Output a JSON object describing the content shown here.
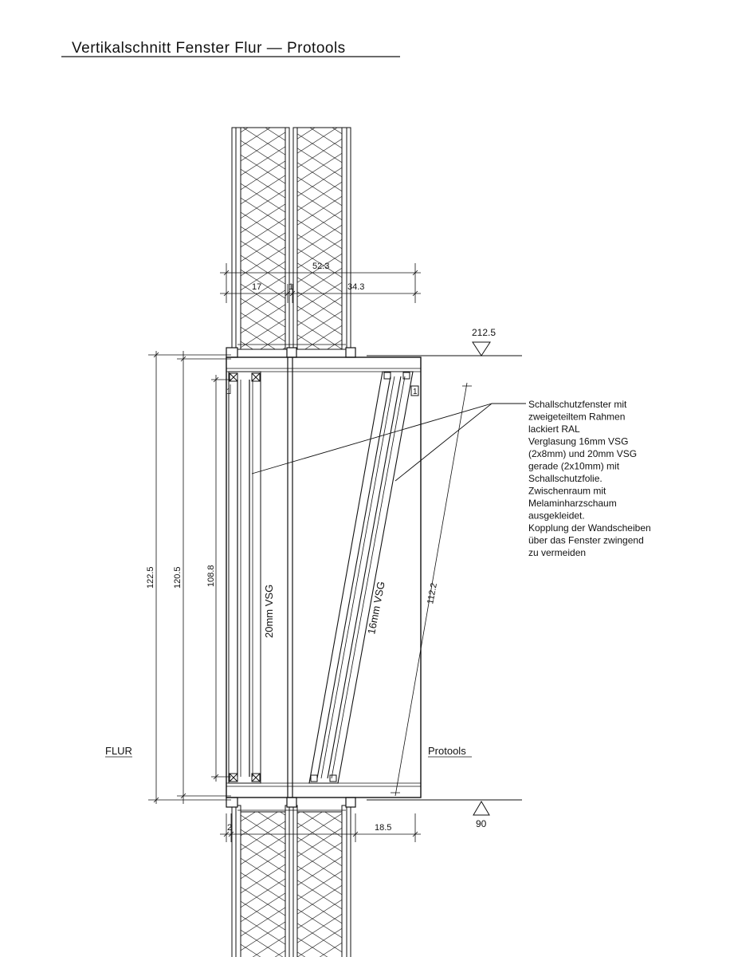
{
  "title": "Vertikalschnitt Fenster Flur — Protools",
  "labels": {
    "left_room": "FLUR",
    "right_room": "Protools",
    "glass_left": "20mm VSG",
    "glass_right": "16mm VSG"
  },
  "levels": {
    "top": "212.5",
    "bottom": "90"
  },
  "dimensions": {
    "d_52_3": "52.3",
    "d_17": "17",
    "d_1_top": "1",
    "d_34_3": "34.3",
    "d_122_5": "122.5",
    "d_120_5": "120.5",
    "d_108_8": "108.8",
    "d_1_left": "1",
    "d_112_2": "112.2",
    "d_2": "2",
    "d_18_5": "18.5",
    "d_1_right": "1"
  },
  "note_lines": [
    "Schallschutzfenster mit",
    "zweigeteiltem Rahmen",
    "lackiert RAL",
    "Verglasung 16mm VSG",
    "(2x8mm) und 20mm VSG",
    "gerade (2x10mm) mit",
    "Schallschutzfolie.",
    "Zwischenraum mit",
    "Melaminharzschaum",
    "ausgekleidet.",
    "Kopplung der Wandscheiben",
    "über das Fenster zwingend",
    "zu vermeiden"
  ]
}
